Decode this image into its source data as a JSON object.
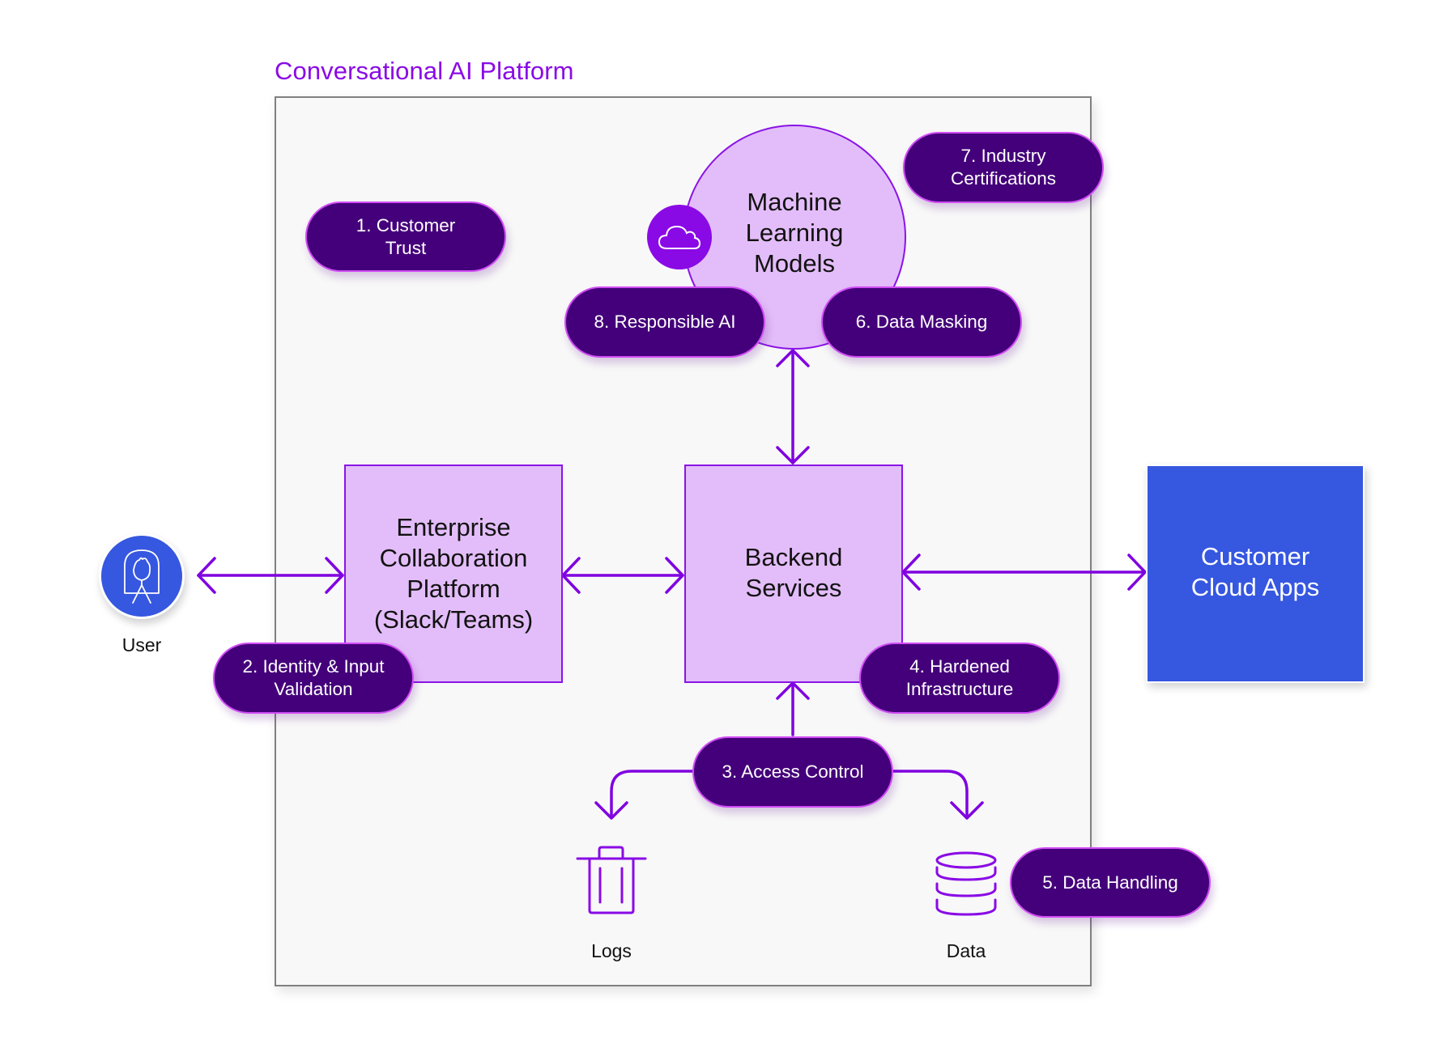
{
  "title": "Conversational AI Platform",
  "colors": {
    "accent": "#8A0AE6",
    "pill_fill": "#44007A",
    "pill_border": "#D24DF5",
    "component_fill": "#E3BDF9",
    "external_fill": "#3657E0",
    "arrow": "#8000E0",
    "container_fill": "#F8F8F8",
    "container_border": "#808080"
  },
  "nodes": {
    "ml_models": {
      "label": "Machine\nLearning\nModels",
      "lines": [
        "Machine",
        "Learning",
        "Models"
      ],
      "icon": "cloud-icon"
    },
    "enterprise": {
      "lines": [
        "Enterprise",
        "Collaboration",
        "Platform",
        "(Slack/Teams)"
      ]
    },
    "backend": {
      "lines": [
        "Backend",
        "Services"
      ]
    },
    "cloud_apps": {
      "lines": [
        "Customer",
        "Cloud Apps"
      ]
    },
    "user": {
      "label": "User",
      "icon": "user-icon"
    },
    "logs": {
      "label": "Logs",
      "icon": "trash-icon"
    },
    "data": {
      "label": "Data",
      "icon": "database-icon"
    }
  },
  "controls": [
    {
      "id": "1",
      "label": "1. Customer\nTrust"
    },
    {
      "id": "2",
      "label": "2. Identity & Input\nValidation"
    },
    {
      "id": "3",
      "label": "3. Access Control"
    },
    {
      "id": "4",
      "label": "4. Hardened\nInfrastructure"
    },
    {
      "id": "5",
      "label": "5. Data Handling"
    },
    {
      "id": "6",
      "label": "6. Data Masking"
    },
    {
      "id": "7",
      "label": "7. Industry\nCertifications"
    },
    {
      "id": "8",
      "label": "8. Responsible AI"
    }
  ],
  "connections": [
    {
      "from": "User",
      "to": "Enterprise Collaboration Platform",
      "direction": "both"
    },
    {
      "from": "Enterprise Collaboration Platform",
      "to": "Backend Services",
      "direction": "both"
    },
    {
      "from": "Backend Services",
      "to": "Customer Cloud Apps",
      "direction": "both"
    },
    {
      "from": "Machine Learning Models",
      "to": "Backend Services",
      "direction": "both"
    },
    {
      "from": "Access Control",
      "to": "Backend Services",
      "direction": "forward"
    },
    {
      "from": "Access Control",
      "to": "Logs",
      "direction": "forward"
    },
    {
      "from": "Access Control",
      "to": "Data",
      "direction": "forward"
    }
  ]
}
